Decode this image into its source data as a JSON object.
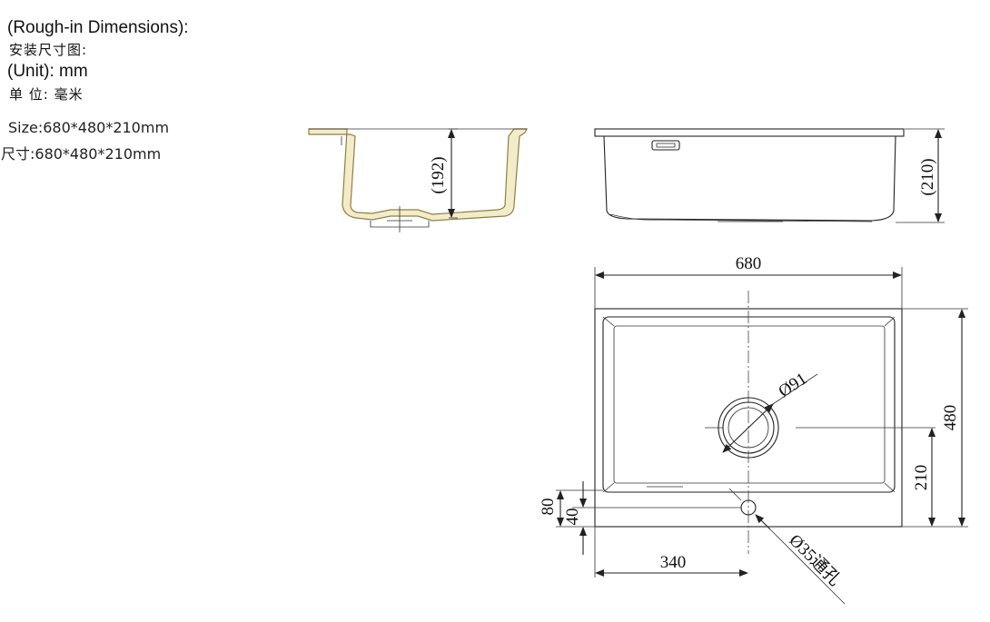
{
  "legend": {
    "title_en": "(Rough-in Dimensions):",
    "title_cn": "安装尺寸图:",
    "unit_en": "(Unit): mm",
    "unit_cn": "单  位:  毫米",
    "size_en": "Size:680*480*210mm",
    "size_cn": "尺寸:680*480*210mm"
  },
  "dimensions": {
    "inner_depth": "(192)",
    "total_depth": "(210)",
    "width": "680",
    "length": "480",
    "drain_offset_side": "210",
    "drain_offset_width": "340",
    "drain_diameter": "Ø91",
    "overflow_hole": "Ø35通孔",
    "overflow_offset_outer": "80",
    "overflow_offset_inner": "40"
  },
  "colors": {
    "line": "#222222",
    "section_fill": "#f3ecc9",
    "section_edge": "#c9b77a"
  }
}
